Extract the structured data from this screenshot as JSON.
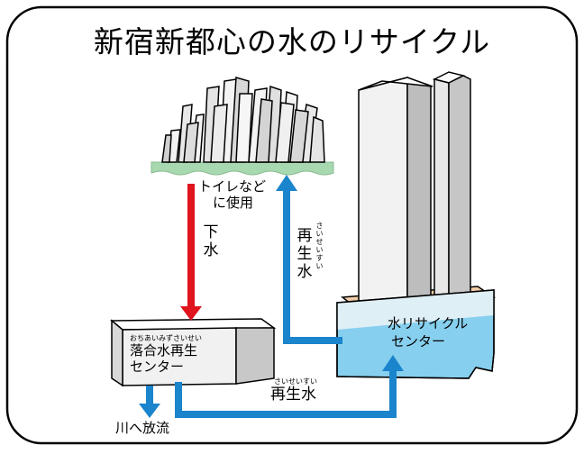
{
  "title": "新宿新都心の水のリサイクル",
  "labels": {
    "toilet_line1": "トイレなど",
    "toilet_line2": "に使用",
    "sewage": [
      "下",
      "水"
    ],
    "recycled_vertical": [
      "再",
      "生",
      "水"
    ],
    "recycled_vertical_ruby": [
      "さ",
      "い",
      "せ",
      "い",
      "す",
      "い"
    ],
    "ochiai_ruby": "おちあいみずさいせい",
    "ochiai_line1": "落合水再生",
    "ochiai_line2": "センター",
    "recycle_center_line1": "水リサイクル",
    "recycle_center_line2": "センター",
    "recycled_bottom_ruby": "さいせいすい",
    "recycled_bottom": "再生水",
    "river": "川へ放流"
  },
  "colors": {
    "sewage_arrow": "#e0141e",
    "recycled_arrow": "#1a84cc",
    "ground": "#a8d8b0",
    "water": "#86cfee",
    "tower_base": "#f2cda8"
  }
}
